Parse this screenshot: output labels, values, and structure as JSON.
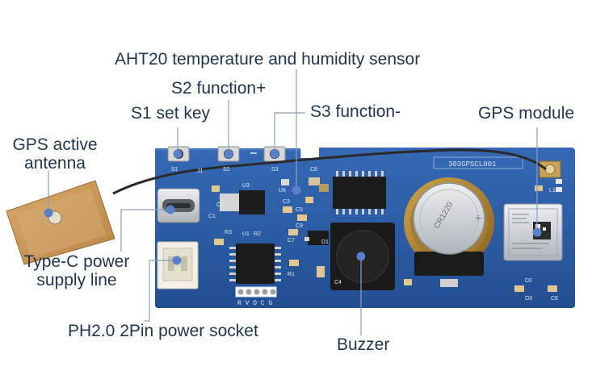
{
  "labels": {
    "aht20": "AHT20 temperature and humidity sensor",
    "s2": "S2 function+",
    "s1": "S1 set key",
    "s3": "S3 function-",
    "gps_module": "GPS module",
    "gps_antenna_line1": "GPS active",
    "gps_antenna_line2": "antenna",
    "typec_line1": "Type-C power",
    "typec_line2": "supply line",
    "ph20": "PH2.0 2Pin power socket",
    "buzzer": "Buzzer"
  },
  "silkscreen": {
    "gps_id": "303GPSCL001",
    "battery_text": "CR1220",
    "pin_row": "R V D C G",
    "refs": [
      "S1",
      "S2",
      "S3",
      "U6",
      "C8",
      "C1",
      "U1",
      "C3",
      "C5",
      "C7",
      "C9",
      "R3",
      "R1",
      "D1",
      "L1",
      "D2",
      "D3",
      "C6",
      "C4",
      "J1",
      "R2",
      "U3",
      "C2"
    ]
  },
  "colors": {
    "board": "#2b5fa8",
    "label_text": "#1f3550",
    "leader_line": "#8aa0b8",
    "marker_dot": "#5b7fc9"
  }
}
